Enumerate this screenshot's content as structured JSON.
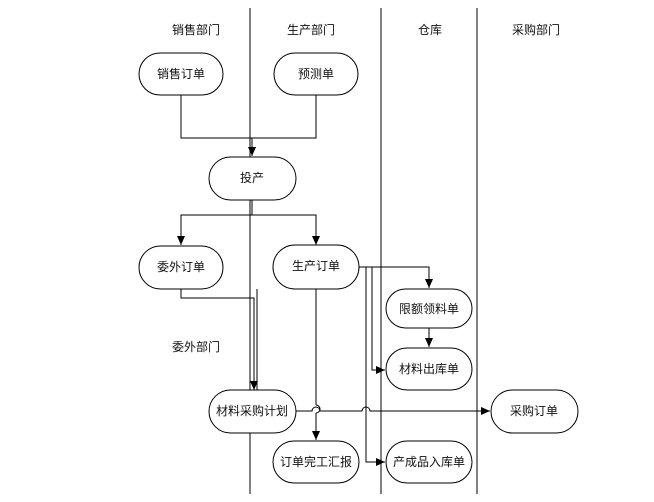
{
  "lanes": {
    "sales": "销售部门",
    "production": "生产部门",
    "warehouse": "仓库",
    "purchase": "采购部门",
    "outsourcing": "委外部门"
  },
  "nodes": {
    "sales_order": "销售订单",
    "forecast": "预测单",
    "production_input": "投产",
    "outsource_order": "委外订单",
    "production_order": "生产订单",
    "limit_picking": "限额领料单",
    "material_issue": "材料出库单",
    "material_purchase_plan": "材料采购计划",
    "purchase_order": "采购订单",
    "order_completion_report": "订单完工汇报",
    "finished_goods_receipt": "产成品入库单"
  }
}
